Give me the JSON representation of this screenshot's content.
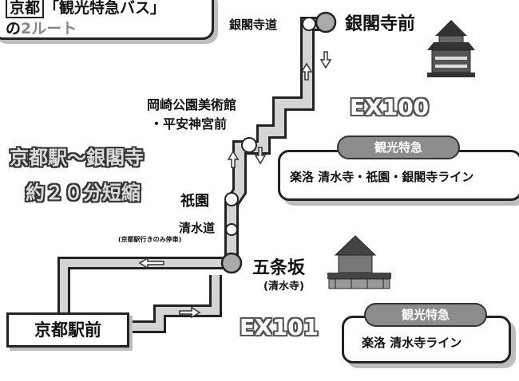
{
  "header": {
    "line1_box": "京都",
    "line1_rest": "「観光特急バス」",
    "line2_prefix": "の",
    "line2_rest": "2ルート"
  },
  "stops": {
    "ginkakuji_michi": "銀閣寺道",
    "ginkakuji_mae": "銀閣寺前",
    "okazaki_1": "岡崎公園美術館",
    "okazaki_2": "・平安神宮前",
    "gion": "祇園",
    "kiyomizu_michi": "清水道",
    "kiyomizu_note": "(京都駅行きのみ停車)",
    "gojozaka": "五条坂",
    "gojozaka_sub": "(清水寺)",
    "kyoto_station": "京都駅前"
  },
  "routes": {
    "ex100": {
      "code": "EX100",
      "badge": "観光特急",
      "line": "楽洛 清水寺・祇園・銀閣寺ライン"
    },
    "ex101": {
      "code": "EX101",
      "badge": "観光特急",
      "line": "楽洛 清水寺ライン"
    }
  },
  "promo": {
    "line1": "京都駅〜銀閣寺",
    "line2": "約２０分短縮"
  },
  "colors": {
    "route_outline": "#222222",
    "route_fill": "#cfcfcf",
    "stop_fill": "#ffffff",
    "terminal_fill": "#aaaaaa",
    "badge_fill": "#8c8c8c"
  }
}
